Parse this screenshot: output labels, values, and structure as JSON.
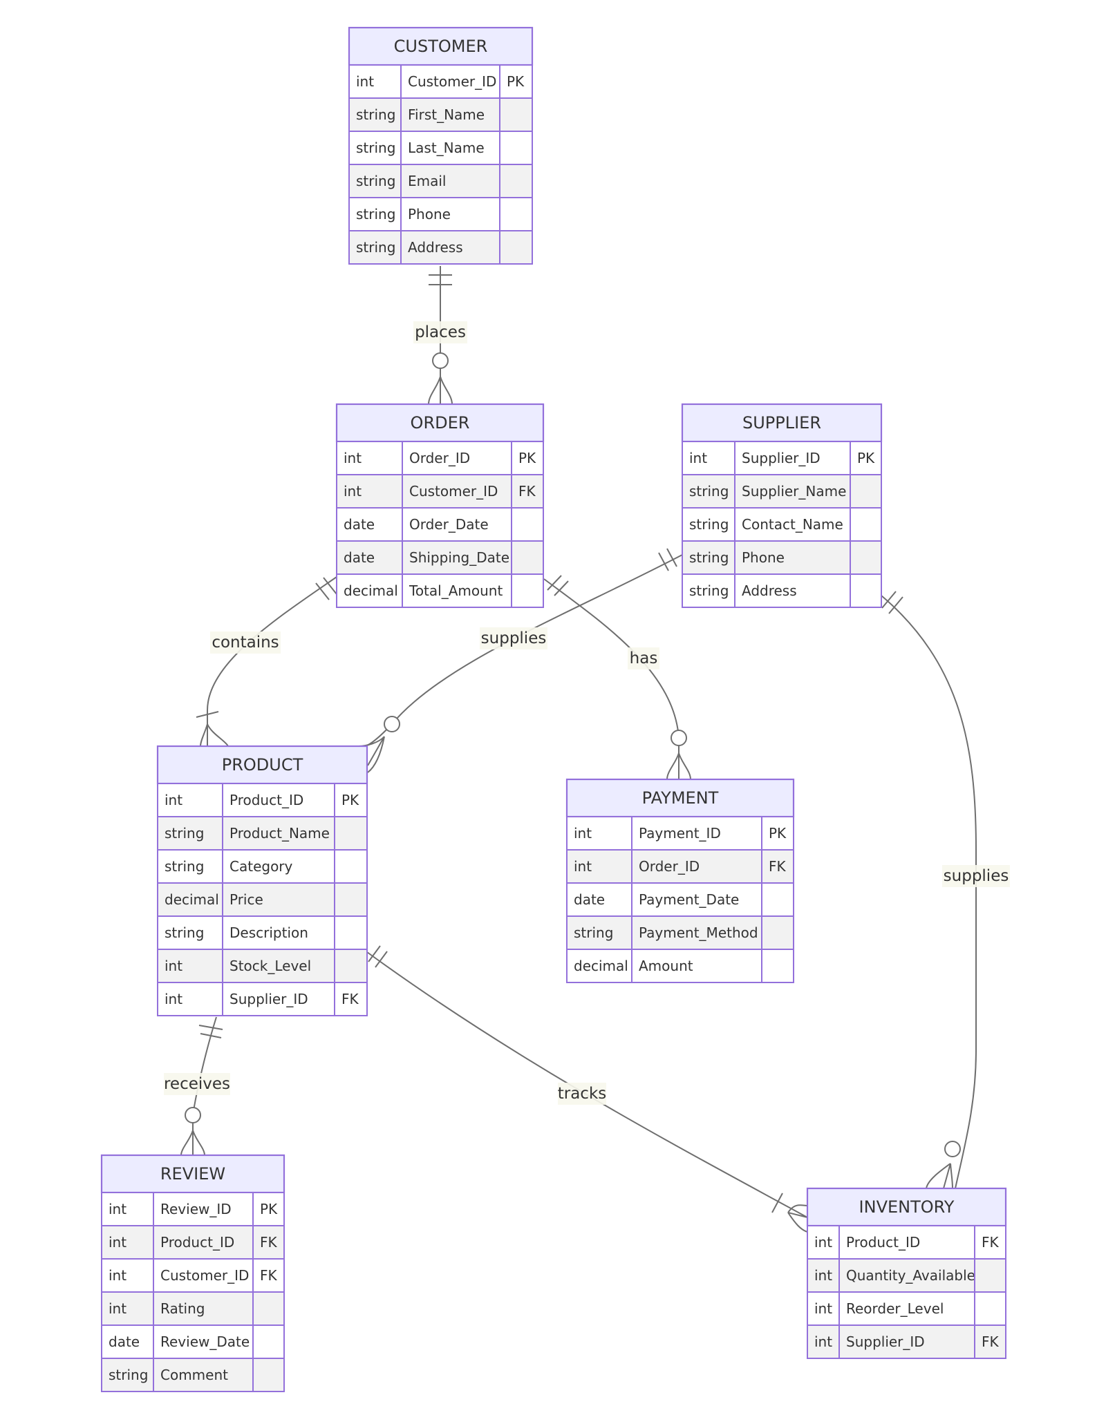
{
  "entities": [
    {
      "name": "CUSTOMER",
      "attributes": [
        [
          "int",
          "Customer_ID",
          "PK"
        ],
        [
          "string",
          "First_Name",
          ""
        ],
        [
          "string",
          "Last_Name",
          ""
        ],
        [
          "string",
          "Email",
          ""
        ],
        [
          "string",
          "Phone",
          ""
        ],
        [
          "string",
          "Address",
          ""
        ]
      ]
    },
    {
      "name": "ORDER",
      "attributes": [
        [
          "int",
          "Order_ID",
          "PK"
        ],
        [
          "int",
          "Customer_ID",
          "FK"
        ],
        [
          "date",
          "Order_Date",
          ""
        ],
        [
          "date",
          "Shipping_Date",
          ""
        ],
        [
          "decimal",
          "Total_Amount",
          ""
        ]
      ]
    },
    {
      "name": "SUPPLIER",
      "attributes": [
        [
          "int",
          "Supplier_ID",
          "PK"
        ],
        [
          "string",
          "Supplier_Name",
          ""
        ],
        [
          "string",
          "Contact_Name",
          ""
        ],
        [
          "string",
          "Phone",
          ""
        ],
        [
          "string",
          "Address",
          ""
        ]
      ]
    },
    {
      "name": "PRODUCT",
      "attributes": [
        [
          "int",
          "Product_ID",
          "PK"
        ],
        [
          "string",
          "Product_Name",
          ""
        ],
        [
          "string",
          "Category",
          ""
        ],
        [
          "decimal",
          "Price",
          ""
        ],
        [
          "string",
          "Description",
          ""
        ],
        [
          "int",
          "Stock_Level",
          ""
        ],
        [
          "int",
          "Supplier_ID",
          "FK"
        ]
      ]
    },
    {
      "name": "PAYMENT",
      "attributes": [
        [
          "int",
          "Payment_ID",
          "PK"
        ],
        [
          "int",
          "Order_ID",
          "FK"
        ],
        [
          "date",
          "Payment_Date",
          ""
        ],
        [
          "string",
          "Payment_Method",
          ""
        ],
        [
          "decimal",
          "Amount",
          ""
        ]
      ]
    },
    {
      "name": "REVIEW",
      "attributes": [
        [
          "int",
          "Review_ID",
          "PK"
        ],
        [
          "int",
          "Product_ID",
          "FK"
        ],
        [
          "int",
          "Customer_ID",
          "FK"
        ],
        [
          "int",
          "Rating",
          ""
        ],
        [
          "date",
          "Review_Date",
          ""
        ],
        [
          "string",
          "Comment",
          ""
        ]
      ]
    },
    {
      "name": "INVENTORY",
      "attributes": [
        [
          "int",
          "Product_ID",
          "FK"
        ],
        [
          "int",
          "Quantity_Available",
          ""
        ],
        [
          "int",
          "Reorder_Level",
          ""
        ],
        [
          "int",
          "Supplier_ID",
          "FK"
        ]
      ]
    }
  ],
  "relationships": [
    {
      "label": "places",
      "from": "CUSTOMER",
      "to": "ORDER",
      "from_card": "exactly-one",
      "to_card": "zero-or-many"
    },
    {
      "label": "contains",
      "from": "ORDER",
      "to": "PRODUCT",
      "from_card": "exactly-one",
      "to_card": "one-or-many"
    },
    {
      "label": "supplies",
      "from": "SUPPLIER",
      "to": "PRODUCT",
      "from_card": "exactly-one",
      "to_card": "zero-or-many"
    },
    {
      "label": "has",
      "from": "ORDER",
      "to": "PAYMENT",
      "from_card": "exactly-one",
      "to_card": "zero-or-many"
    },
    {
      "label": "supplies",
      "from": "SUPPLIER",
      "to": "INVENTORY",
      "from_card": "exactly-one",
      "to_card": "zero-or-many"
    },
    {
      "label": "receives",
      "from": "PRODUCT",
      "to": "REVIEW",
      "from_card": "exactly-one",
      "to_card": "zero-or-many"
    },
    {
      "label": "tracks",
      "from": "PRODUCT",
      "to": "INVENTORY",
      "from_card": "exactly-one",
      "to_card": "one-or-many"
    }
  ],
  "colors": {
    "entity_header": "#ececff",
    "entity_border": "#9370db",
    "row_alt": "#f2f2f2",
    "line": "#6e6e6e",
    "label_bg": "#f7f7ec"
  }
}
